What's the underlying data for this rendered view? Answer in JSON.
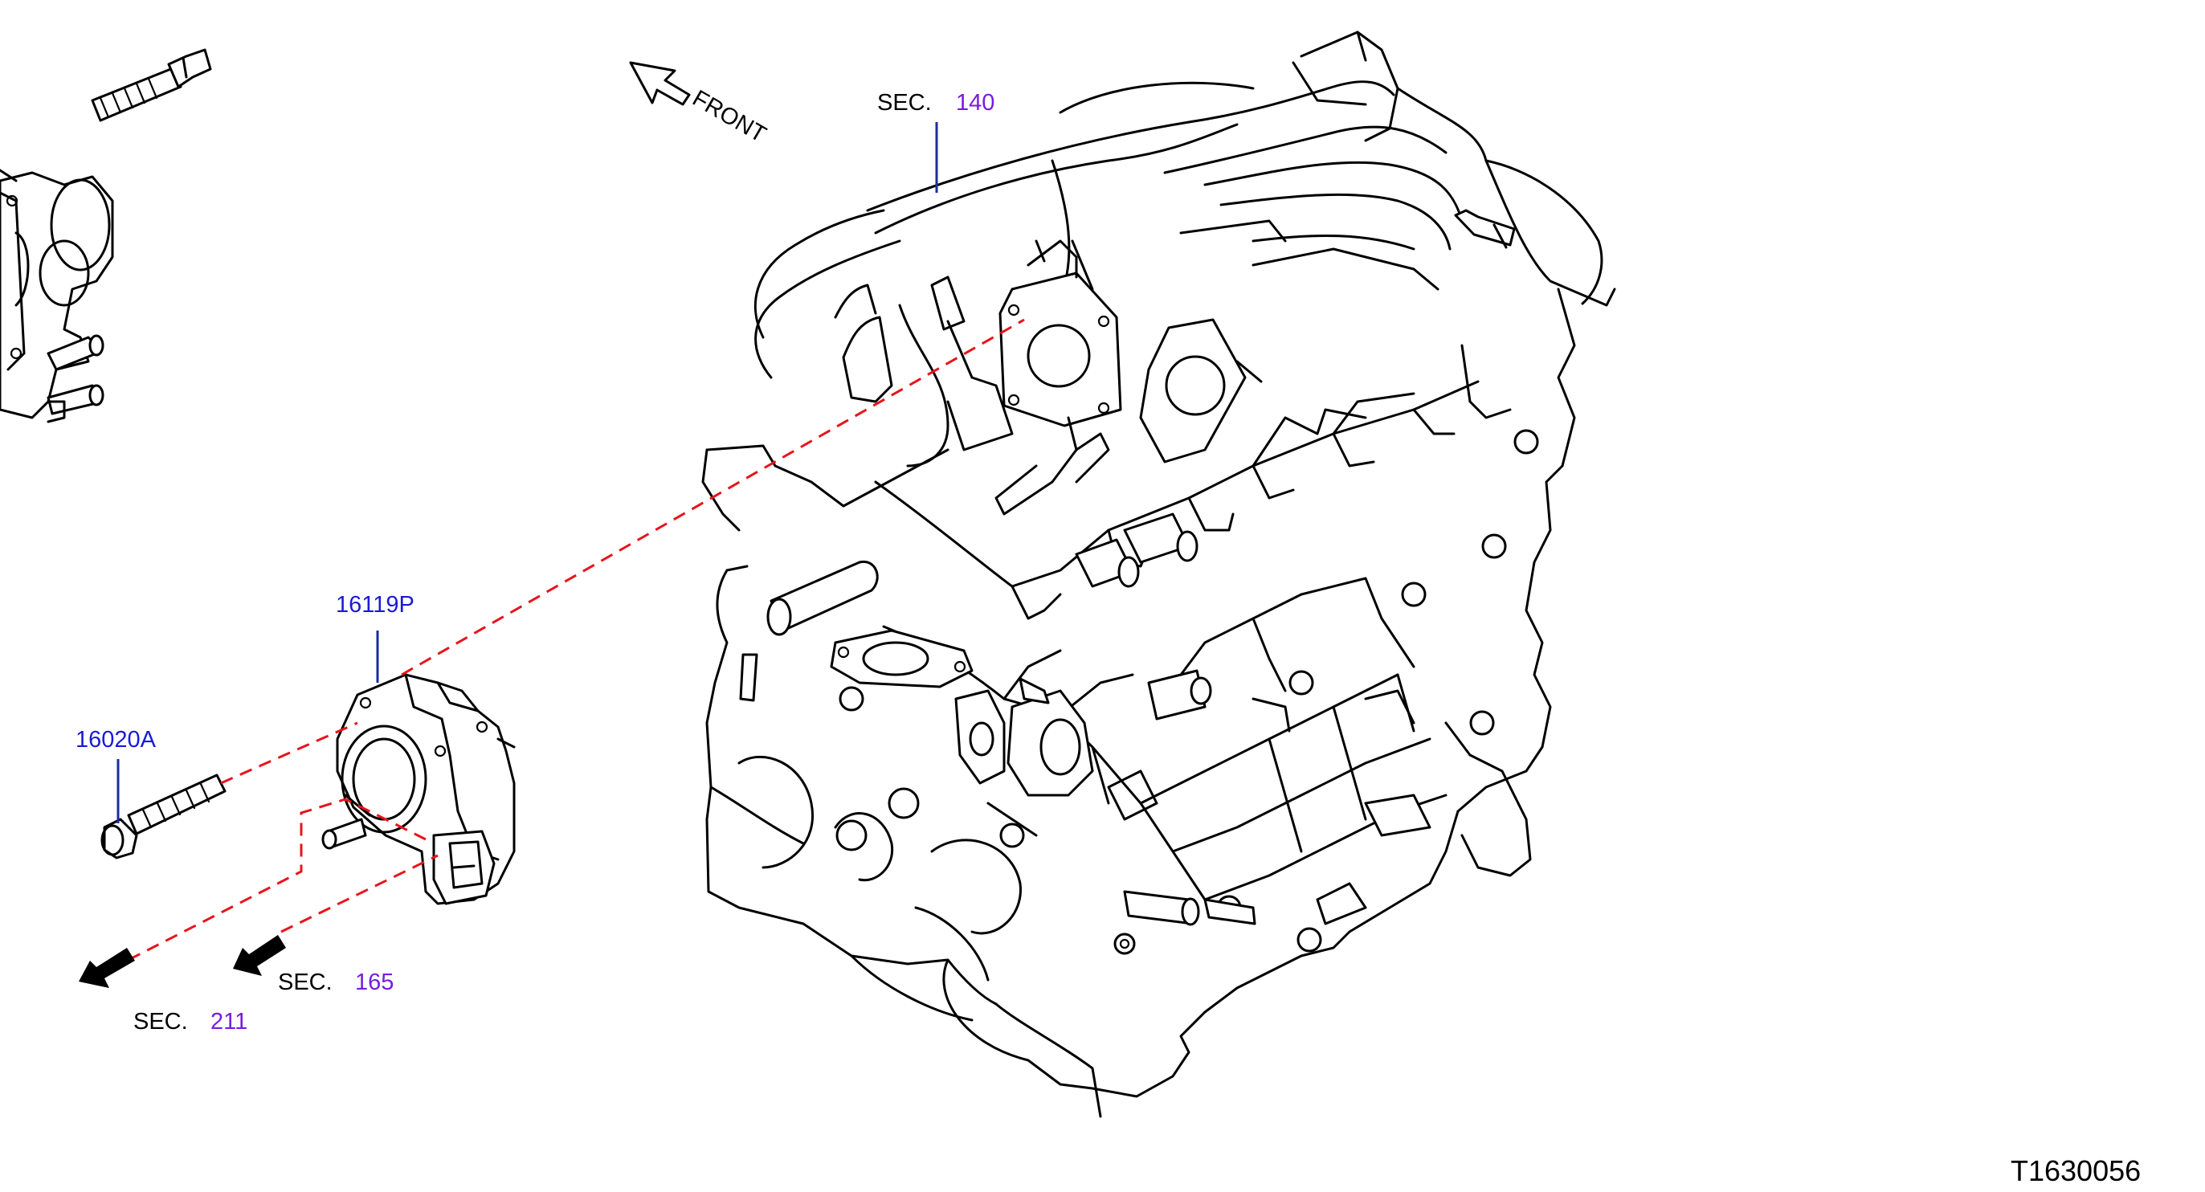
{
  "diagram": {
    "front_label": "FRONT",
    "sec_prefix": "SEC.",
    "sections": {
      "intake_manifold": "140",
      "air_duct": "165",
      "water_hose": "211"
    },
    "part_numbers": {
      "throttle_body": "16119P",
      "bolt": "16020A"
    },
    "diagram_id": "T1630056"
  },
  "colors": {
    "dash_line": "#e8141b",
    "part_number_text": "#1a1ad6",
    "section_number_text": "#7a1be0",
    "leader_line": "#1b2e9c"
  }
}
